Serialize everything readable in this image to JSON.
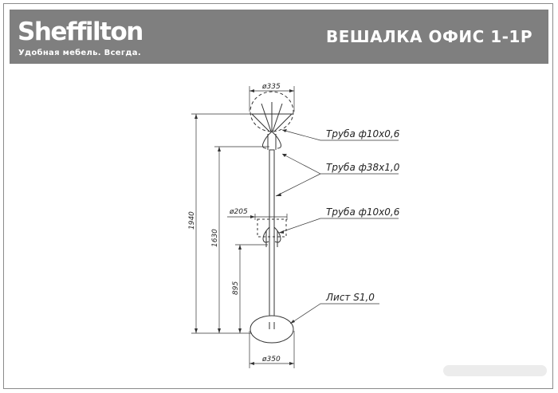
{
  "header": {
    "brand": "Sheffilton",
    "tagline": "Удобная мебель. Всегда.",
    "title": "ВЕШАЛКА ОФИС 1-1Р"
  },
  "dimensions": {
    "top_diameter": "ø335",
    "mid_diameter": "ø205",
    "base_diameter": "ø350",
    "height_total": "1940",
    "height_upper_hooks": "1630",
    "height_lower_hooks": "895"
  },
  "callouts": {
    "upper_hooks": "Труба ф10х0,6",
    "pole": "Труба ф38х1,0",
    "lower_hooks": "Труба ф10х0,6",
    "base": "Лист S1,0"
  }
}
